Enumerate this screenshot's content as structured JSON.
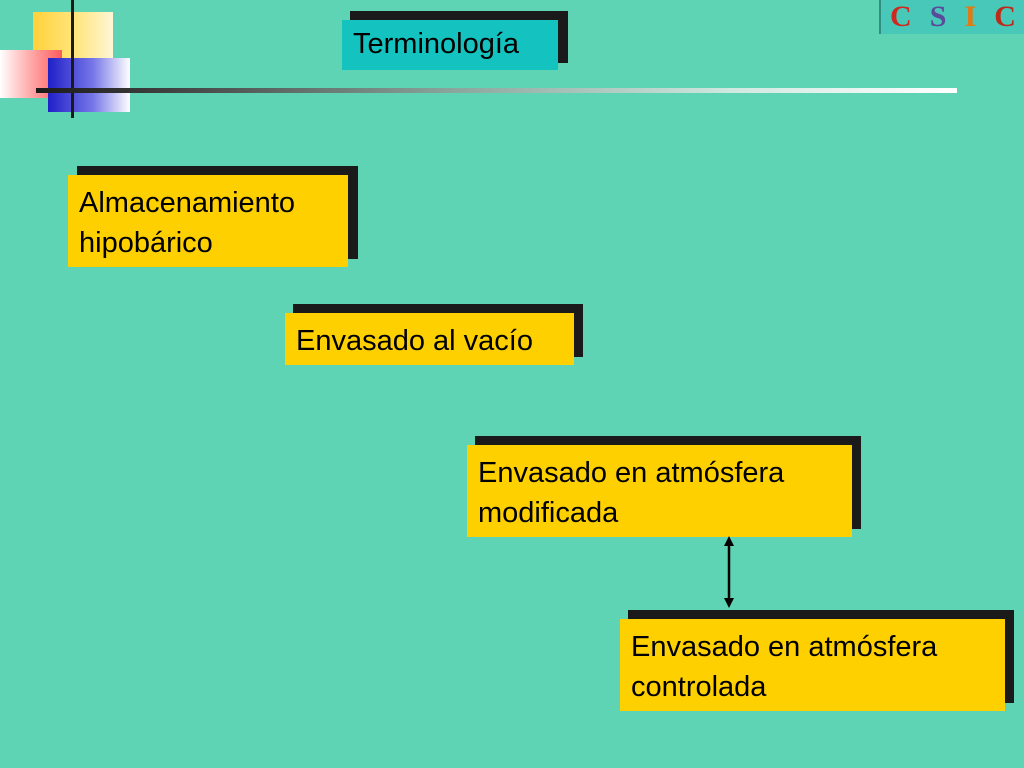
{
  "title": "Terminología",
  "logo": {
    "letters": [
      "C",
      "S",
      "I",
      "C"
    ]
  },
  "terms": [
    {
      "lines": [
        "Almacenamiento",
        "hipobárico"
      ]
    },
    {
      "lines": [
        "Envasado al vacío"
      ]
    },
    {
      "lines": [
        "Envasado en atmósfera",
        "modificada"
      ]
    },
    {
      "lines": [
        "Envasado en atmósfera",
        "controlada"
      ]
    }
  ],
  "colors": {
    "background": "#5fd4b4",
    "title_box": "#14c3c0",
    "term_box": "#ffd000",
    "shadow": "#1a1a1a"
  }
}
